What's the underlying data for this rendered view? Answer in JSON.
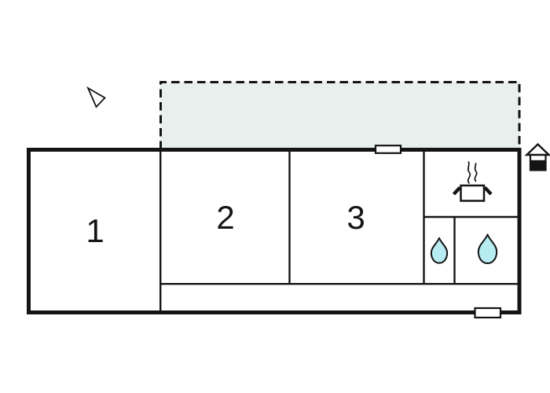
{
  "plan": {
    "type": "floor-plan",
    "rooms": [
      {
        "id": "room-1",
        "label": "1"
      },
      {
        "id": "room-2",
        "label": "2"
      },
      {
        "id": "room-3",
        "label": "3"
      }
    ],
    "areas": {
      "terrace": "dashed-outdoor-area",
      "kitchen": "cooking-pot-with-steam",
      "bathroom_left": "water-drop",
      "bathroom_right": "water-drop",
      "hallway": "corridor-strip"
    },
    "icons": {
      "cursor": "mouse-pointer-icon",
      "entrance": "house-icon",
      "kitchen": "cooking-pot-icon",
      "water": "water-drop-icon"
    },
    "window_count": 2
  },
  "colors": {
    "wall": "#141414",
    "terrace_fill": "#e8efec",
    "water_drop_fill": "#b7ecf3",
    "background": "#ffffff"
  }
}
